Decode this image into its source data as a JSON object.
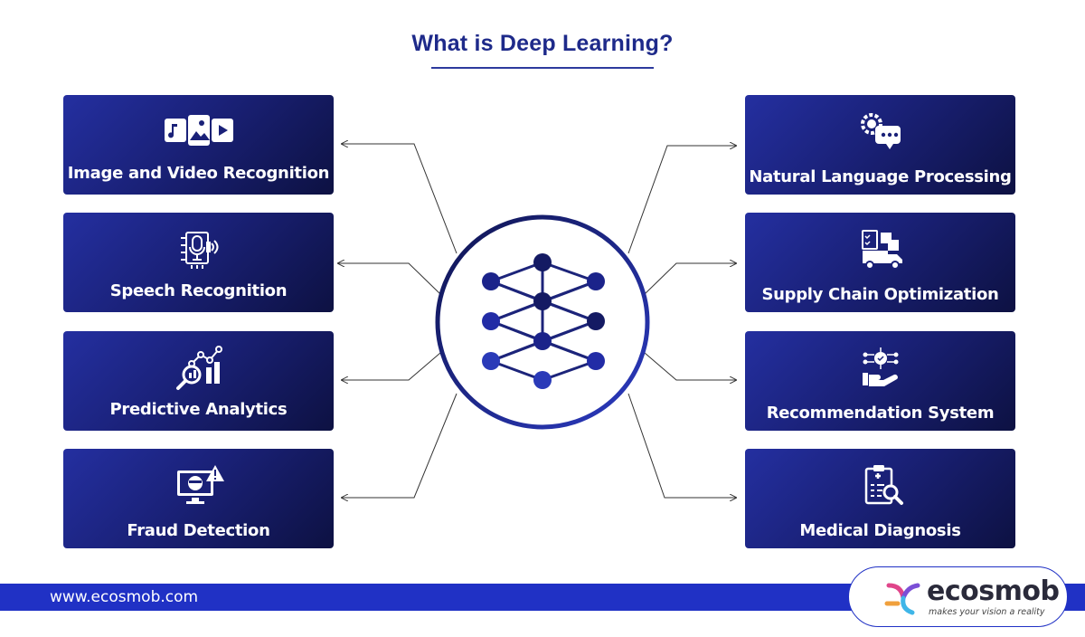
{
  "title": "What is Deep Learning?",
  "left_cards": [
    {
      "label": "Image and Video Recognition",
      "icon": "media-gallery-icon"
    },
    {
      "label": "Speech Recognition",
      "icon": "microphone-chip-icon"
    },
    {
      "label": "Predictive Analytics",
      "icon": "analytics-magnifier-icon"
    },
    {
      "label": "Fraud Detection",
      "icon": "hacker-alert-icon"
    }
  ],
  "right_cards": [
    {
      "label": "Natural Language Processing",
      "icon": "gear-chat-icon"
    },
    {
      "label": "Supply Chain Optimization",
      "icon": "delivery-truck-icon"
    },
    {
      "label": "Recommendation System",
      "icon": "hand-network-icon"
    },
    {
      "label": "Medical Diagnosis",
      "icon": "clipboard-magnifier-icon"
    }
  ],
  "center_icon": "neural-network-icon",
  "footer": {
    "url": "www.ecosmob.com",
    "brand": "ecosmob",
    "tagline": "makes your vision a reality"
  },
  "colors": {
    "title": "#1e2a8a",
    "card_start": "#242fa0",
    "card_end": "#0d1142",
    "footer_bar": "#2031c5",
    "node_dark": "#141a63",
    "node_light": "#2a3ab8"
  }
}
